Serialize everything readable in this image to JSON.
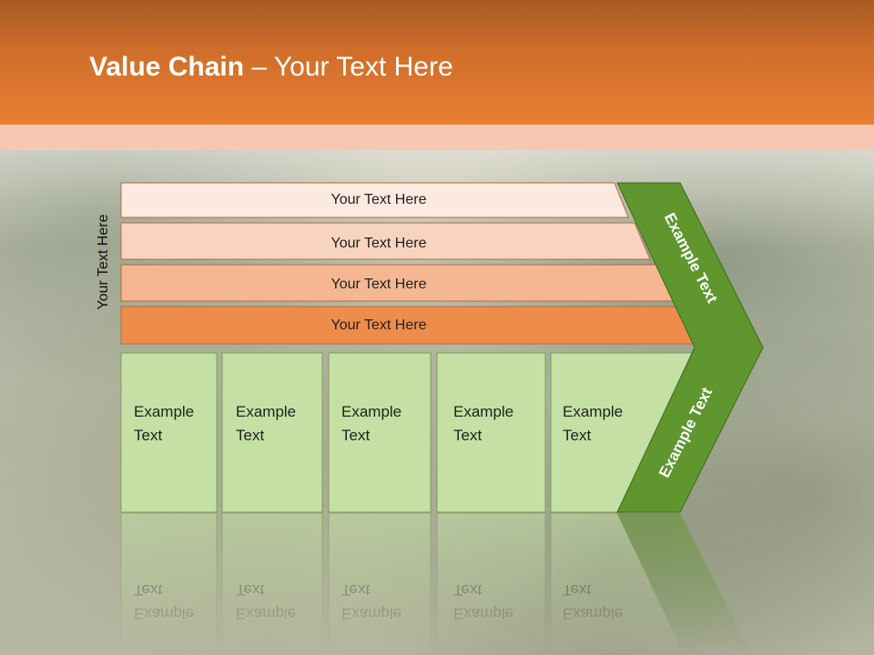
{
  "title": {
    "bold": "Value Chain",
    "rest": " – Your Text Here"
  },
  "side_label": "Your Text Here",
  "bars": [
    {
      "label": "Your Text Here",
      "color": "#fce9df"
    },
    {
      "label": "Your Text Here",
      "color": "#f8d4bf"
    },
    {
      "label": "Your Text Here",
      "color": "#f5b792"
    },
    {
      "label": "Your Text Here",
      "color": "#ee8c4c"
    }
  ],
  "boxes": [
    {
      "line1": "Example",
      "line2": "Text"
    },
    {
      "line1": "Example",
      "line2": "Text"
    },
    {
      "line1": "Example",
      "line2": "Text"
    },
    {
      "line1": "Example",
      "line2": "Text"
    },
    {
      "line1": "Example",
      "line2": "Text"
    }
  ],
  "chevron_upper_label": "Example Text",
  "chevron_lower_label": "Example Text",
  "colors": {
    "header": "#e97e34",
    "box_fill": "#c4e0a4",
    "chevron_fill": "#5f962e",
    "text_dark": "#111111"
  }
}
